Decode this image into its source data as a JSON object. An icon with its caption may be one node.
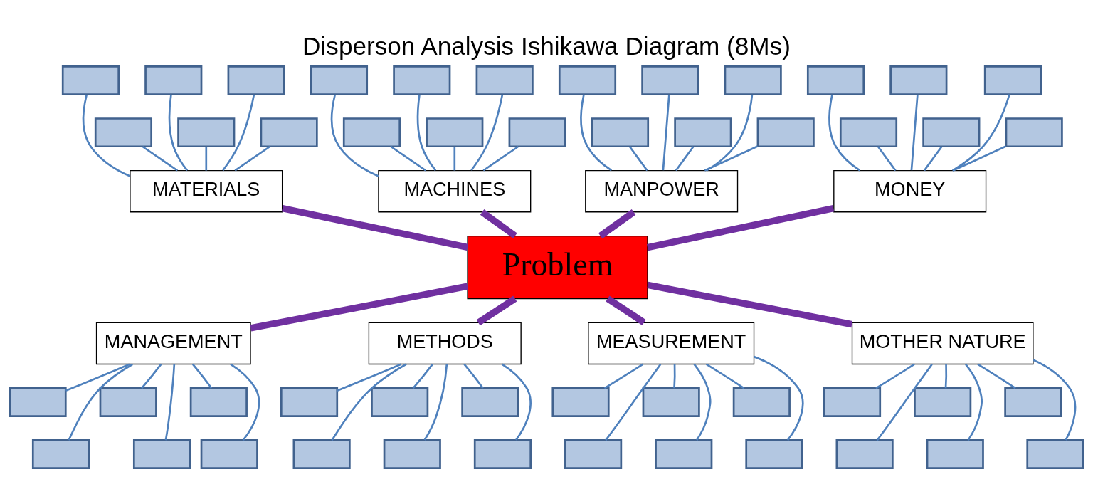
{
  "diagram": {
    "title": "Disperson Analysis Ishikawa Diagram (8Ms)",
    "nodes": [
      {
        "text": [
          "MONEY"
        ]
      },
      {
        "text": [
          "MATERIALS"
        ]
      },
      {
        "text": [
          "MACHINES"
        ]
      },
      {
        "text": [
          "MANPOWER"
        ]
      },
      {
        "text": [
          "MANAGEMENT"
        ]
      },
      {
        "text": [
          "METHODS"
        ]
      },
      {
        "text": [
          "MEASUREMENT"
        ]
      },
      {
        "text": [
          "MOTHER NATURE"
        ]
      },
      {
        "text": [
          "Problem"
        ]
      },
      {
        "text": [],
        "shape": "box"
      },
      {
        "text": [],
        "shape": "box"
      },
      {
        "text": [],
        "shape": "box"
      },
      {
        "text": [],
        "shape": "box"
      },
      {
        "text": [],
        "shape": "box"
      },
      {
        "text": [],
        "shape": "box"
      },
      {
        "text": [],
        "shape": "box"
      },
      {
        "text": [],
        "shape": "box"
      },
      {
        "text": [],
        "shape": "box"
      },
      {
        "text": [],
        "shape": "box"
      },
      {
        "text": [],
        "shape": "box"
      },
      {
        "text": [],
        "shape": "box"
      },
      {
        "text": [],
        "shape": "box"
      },
      {
        "text": [],
        "shape": "box"
      },
      {
        "text": [],
        "shape": "box"
      },
      {
        "text": [],
        "shape": "box"
      },
      {
        "text": [],
        "shape": "box"
      },
      {
        "text": [],
        "shape": "box"
      },
      {
        "text": [],
        "shape": "box"
      },
      {
        "text": [],
        "shape": "box"
      },
      {
        "text": [],
        "shape": "box"
      },
      {
        "text": [],
        "shape": "box"
      },
      {
        "text": [],
        "shape": "box"
      },
      {
        "text": [],
        "shape": "box"
      },
      {
        "text": [],
        "shape": "box"
      },
      {
        "text": [],
        "shape": "box"
      },
      {
        "text": [],
        "shape": "box"
      },
      {
        "text": [],
        "shape": "box"
      },
      {
        "text": [],
        "shape": "box"
      },
      {
        "text": [],
        "shape": "box"
      },
      {
        "text": [],
        "shape": "box"
      },
      {
        "text": [],
        "shape": "box"
      },
      {
        "text": [],
        "shape": "box"
      },
      {
        "text": [],
        "shape": "box"
      },
      {
        "text": [],
        "shape": "box"
      },
      {
        "text": [],
        "shape": "box"
      },
      {
        "text": [],
        "shape": "box"
      },
      {
        "text": [],
        "shape": "box"
      },
      {
        "text": [],
        "shape": "box"
      },
      {
        "text": [],
        "shape": "box"
      },
      {
        "text": [],
        "shape": "box"
      },
      {
        "text": [],
        "shape": "box"
      },
      {
        "text": [],
        "shape": "box"
      },
      {
        "text": [],
        "shape": "box"
      },
      {
        "text": [],
        "shape": "box"
      },
      {
        "text": [],
        "shape": "box"
      },
      {
        "text": [],
        "shape": "box"
      },
      {
        "text": [],
        "shape": "box"
      }
    ],
    "edges": [
      {
        "from": 0,
        "to": 8,
        "arrow": "none",
        "style": "thick",
        "color": "#7030a0"
      },
      {
        "from": 1,
        "to": 8,
        "arrow": "none",
        "style": "thick",
        "color": "#7030a0"
      },
      {
        "from": 2,
        "to": 8,
        "arrow": "none",
        "style": "thick",
        "color": "#7030a0"
      },
      {
        "from": 3,
        "to": 8,
        "arrow": "none",
        "style": "thick",
        "color": "#7030a0"
      },
      {
        "from": 4,
        "to": 8,
        "arrow": "none",
        "style": "thick",
        "color": "#7030a0"
      },
      {
        "from": 5,
        "to": 8,
        "arrow": "none",
        "style": "thick",
        "color": "#7030a0"
      },
      {
        "from": 6,
        "to": 8,
        "arrow": "none",
        "style": "thick",
        "color": "#7030a0"
      },
      {
        "from": 7,
        "to": 8,
        "arrow": "none",
        "style": "thick",
        "color": "#7030a0"
      },
      {
        "from": 9,
        "to": 0,
        "arrow": "none"
      },
      {
        "from": 10,
        "to": 0,
        "arrow": "none"
      },
      {
        "from": 11,
        "to": 0,
        "arrow": "none"
      },
      {
        "from": 12,
        "to": 0,
        "arrow": "none"
      },
      {
        "from": 13,
        "to": 0,
        "arrow": "none"
      },
      {
        "from": 14,
        "to": 0,
        "arrow": "none"
      },
      {
        "from": 15,
        "to": 1,
        "arrow": "none"
      },
      {
        "from": 16,
        "to": 1,
        "arrow": "none"
      },
      {
        "from": 17,
        "to": 1,
        "arrow": "none"
      },
      {
        "from": 18,
        "to": 1,
        "arrow": "none"
      },
      {
        "from": 19,
        "to": 1,
        "arrow": "none"
      },
      {
        "from": 20,
        "to": 1,
        "arrow": "none"
      },
      {
        "from": 21,
        "to": 2,
        "arrow": "none"
      },
      {
        "from": 22,
        "to": 2,
        "arrow": "none"
      },
      {
        "from": 23,
        "to": 2,
        "arrow": "none"
      },
      {
        "from": 24,
        "to": 2,
        "arrow": "none"
      },
      {
        "from": 25,
        "to": 2,
        "arrow": "none"
      },
      {
        "from": 26,
        "to": 2,
        "arrow": "none"
      },
      {
        "from": 27,
        "to": 3,
        "arrow": "none"
      },
      {
        "from": 28,
        "to": 3,
        "arrow": "none"
      },
      {
        "from": 29,
        "to": 3,
        "arrow": "none"
      },
      {
        "from": 30,
        "to": 3,
        "arrow": "none"
      },
      {
        "from": 31,
        "to": 3,
        "arrow": "none"
      },
      {
        "from": 32,
        "to": 3,
        "arrow": "none"
      },
      {
        "from": 33,
        "to": 4,
        "arrow": "none"
      },
      {
        "from": 34,
        "to": 4,
        "arrow": "none"
      },
      {
        "from": 35,
        "to": 4,
        "arrow": "none"
      },
      {
        "from": 36,
        "to": 4,
        "arrow": "none"
      },
      {
        "from": 37,
        "to": 4,
        "arrow": "none"
      },
      {
        "from": 38,
        "to": 4,
        "arrow": "none"
      },
      {
        "from": 39,
        "to": 5,
        "arrow": "none"
      },
      {
        "from": 40,
        "to": 5,
        "arrow": "none"
      },
      {
        "from": 41,
        "to": 5,
        "arrow": "none"
      },
      {
        "from": 42,
        "to": 5,
        "arrow": "none"
      },
      {
        "from": 43,
        "to": 5,
        "arrow": "none"
      },
      {
        "from": 44,
        "to": 5,
        "arrow": "none"
      },
      {
        "from": 45,
        "to": 6,
        "arrow": "none"
      },
      {
        "from": 46,
        "to": 6,
        "arrow": "none"
      },
      {
        "from": 47,
        "to": 6,
        "arrow": "none"
      },
      {
        "from": 48,
        "to": 6,
        "arrow": "none"
      },
      {
        "from": 49,
        "to": 6,
        "arrow": "none"
      },
      {
        "from": 50,
        "to": 6,
        "arrow": "none"
      },
      {
        "from": 51,
        "to": 7,
        "arrow": "none"
      },
      {
        "from": 52,
        "to": 7,
        "arrow": "none"
      },
      {
        "from": 53,
        "to": 7,
        "arrow": "none"
      },
      {
        "from": 54,
        "to": 7,
        "arrow": "none"
      },
      {
        "from": 55,
        "to": 7,
        "arrow": "none"
      },
      {
        "from": 56,
        "to": 7,
        "arrow": "none"
      }
    ]
  }
}
